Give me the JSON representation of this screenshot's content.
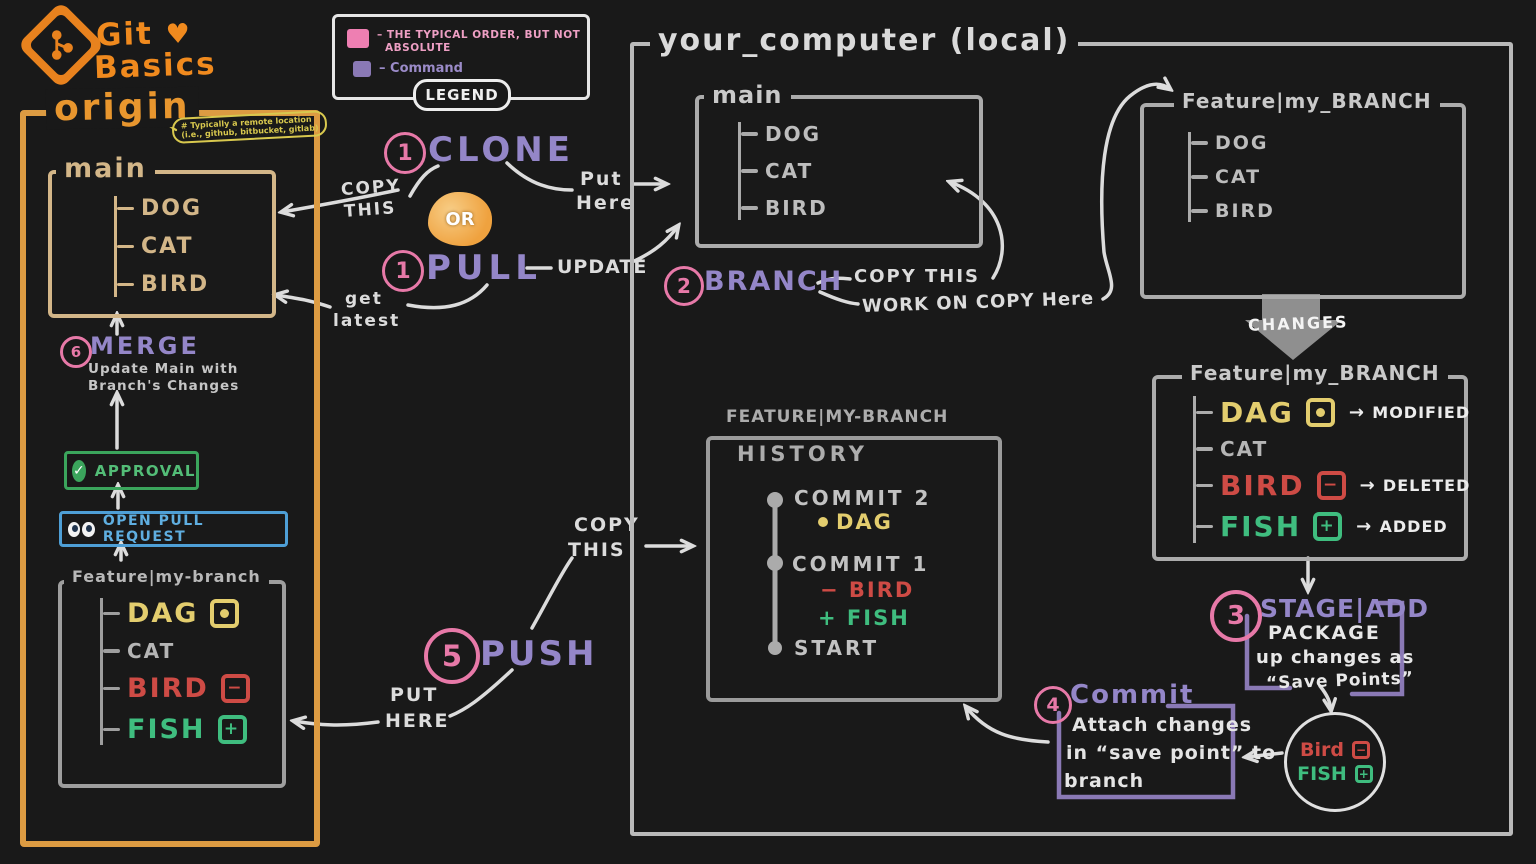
{
  "colors": {
    "background": "#191919",
    "orange": "#E8871E",
    "origin_border": "#DC9B42",
    "tan": "#D3B688",
    "note_yellow": "#D8C84E",
    "pink": "#E779A8",
    "purple": "#9486C8",
    "white_ink": "#DCDCDC",
    "gray_ink": "#B5B5B5",
    "box_gray": "#A3A3A3",
    "file_yellow": "#E3CD6E",
    "file_red": "#CE4B45",
    "file_green": "#3FBD7F",
    "blue": "#55A4DC",
    "green": "#3BA55C"
  },
  "logo": {
    "title": "Git",
    "heart": "♥",
    "subtitle": "Basics"
  },
  "legend": {
    "title": "LEGEND",
    "items": [
      {
        "swatch": "#EE7FB2",
        "label_line1": "– THE TYPICAL ORDER, BUT NOT",
        "label_line2": "ABSOLUTE"
      },
      {
        "swatch": "#8A79B5",
        "label_line1": "– Command",
        "label_line2": ""
      }
    ]
  },
  "origin": {
    "title": "origin",
    "note_line1": "# Typically a remote location",
    "note_line2": "(i.e., github, bitbucket, gitlab)",
    "main": {
      "title": "main",
      "items": [
        "DOG",
        "CAT",
        "BIRD"
      ]
    },
    "merge": {
      "number": "6",
      "label": "MERGE",
      "desc_line1": "Update Main with",
      "desc_line2": "Branch's Changes"
    },
    "approval": {
      "label": "APPROVAL",
      "check": "✓"
    },
    "pull_request": {
      "label": "OPEN PULL REQUEST"
    },
    "feature": {
      "title": "Feature|my-branch",
      "items": [
        "DAG",
        "CAT",
        "BIRD",
        "FISH"
      ]
    }
  },
  "clone": {
    "number": "1",
    "label": "CLONE",
    "copy_line1": "COPY",
    "copy_line2": "THIS",
    "put_line1": "Put",
    "put_line2": "Here"
  },
  "or_label": "OR",
  "pull": {
    "number": "1",
    "label": "PULL",
    "update_label": "UPDATE",
    "get_line1": "get",
    "get_line2": "latest"
  },
  "push": {
    "number": "5",
    "label": "PUSH",
    "copy_line1": "COPY",
    "copy_line2": "THIS",
    "put_line1": "PUT",
    "put_line2": "HERE"
  },
  "local": {
    "title": "your_computer (local)",
    "main": {
      "title": "main",
      "items": [
        "DOG",
        "CAT",
        "BIRD"
      ]
    },
    "branch": {
      "number": "2",
      "label": "BRANCH",
      "note1": "COPY THIS",
      "note2": "WORK ON COPY Here"
    },
    "feature_top": {
      "title": "Feature|my_BRANCH",
      "items": [
        "DOG",
        "CAT",
        "BIRD"
      ]
    },
    "changes_label": "CHANGES",
    "feature_changed": {
      "title": "Feature|my_BRANCH",
      "items": [
        "DAG",
        "CAT",
        "BIRD",
        "FISH"
      ],
      "tags": [
        "MODIFIED",
        "DELETED",
        "ADDED"
      ]
    },
    "stage": {
      "number": "3",
      "label": "STAGE|ADD",
      "desc_line1": "PACKAGE",
      "desc_line2": "up changes as",
      "desc_line3": "“Save Points”"
    },
    "commit": {
      "number": "4",
      "label": "Commit",
      "desc_line1": "Attach changes",
      "desc_line2": "in “save point” to",
      "desc_line3": "branch"
    },
    "staged_circle": {
      "item1": "Bird",
      "item2": "FISH"
    },
    "history": {
      "box_label": "FEATURE|MY-BRANCH",
      "title": "HISTORY",
      "commit2": "COMMIT 2",
      "commit2_change": "DAG",
      "commit1": "COMMIT 1",
      "commit1_change1": "BIRD",
      "commit1_change2": "FISH",
      "start": "START"
    }
  }
}
